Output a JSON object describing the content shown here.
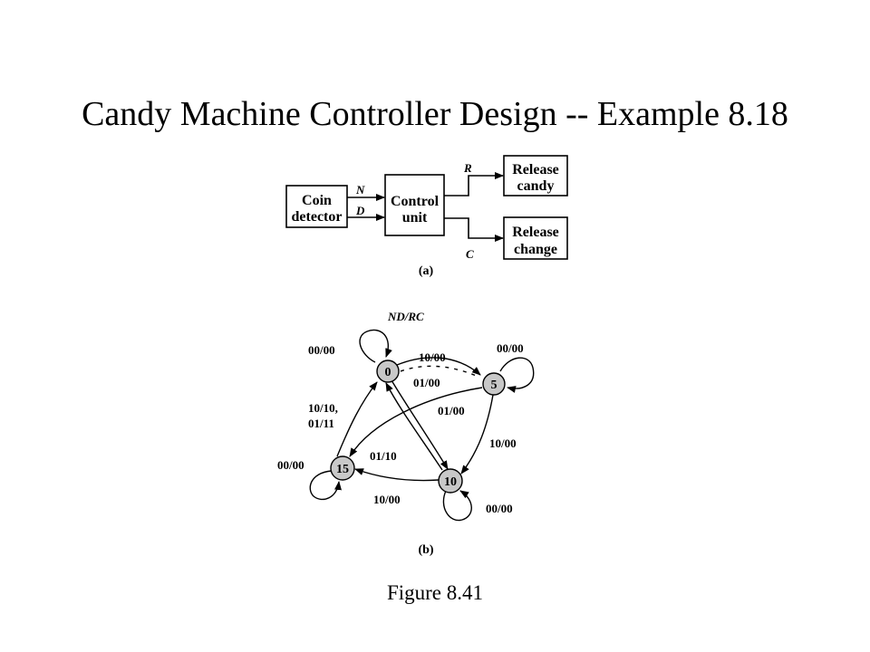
{
  "title": "Candy Machine Controller Design -- Example 8.18",
  "caption": "Figure 8.41",
  "block_diagram": {
    "coin_detector": [
      "Coin",
      "detector"
    ],
    "control_unit": [
      "Control",
      "unit"
    ],
    "release_candy": [
      "Release",
      "candy"
    ],
    "release_change": [
      "Release",
      "change"
    ],
    "signals": {
      "n": "N",
      "d": "D",
      "r": "R",
      "c": "C"
    },
    "label": "(a)"
  },
  "state_diagram": {
    "legend": "ND/RC",
    "states": {
      "s0": "0",
      "s5": "5",
      "s10": "10",
      "s15": "15"
    },
    "edges": {
      "self0": "00/00",
      "self5": "00/00",
      "self10": "00/00",
      "self15": "00/00",
      "e0_5": "10/00",
      "e0_10": "01/00",
      "e5_15": "01/00",
      "e5_10": "10/00",
      "e10_0": "01/10",
      "e10_15": "10/00",
      "e15_0": [
        "10/10,",
        "01/11"
      ]
    },
    "state_fill": "#c8c8c8",
    "label": "(b)"
  }
}
